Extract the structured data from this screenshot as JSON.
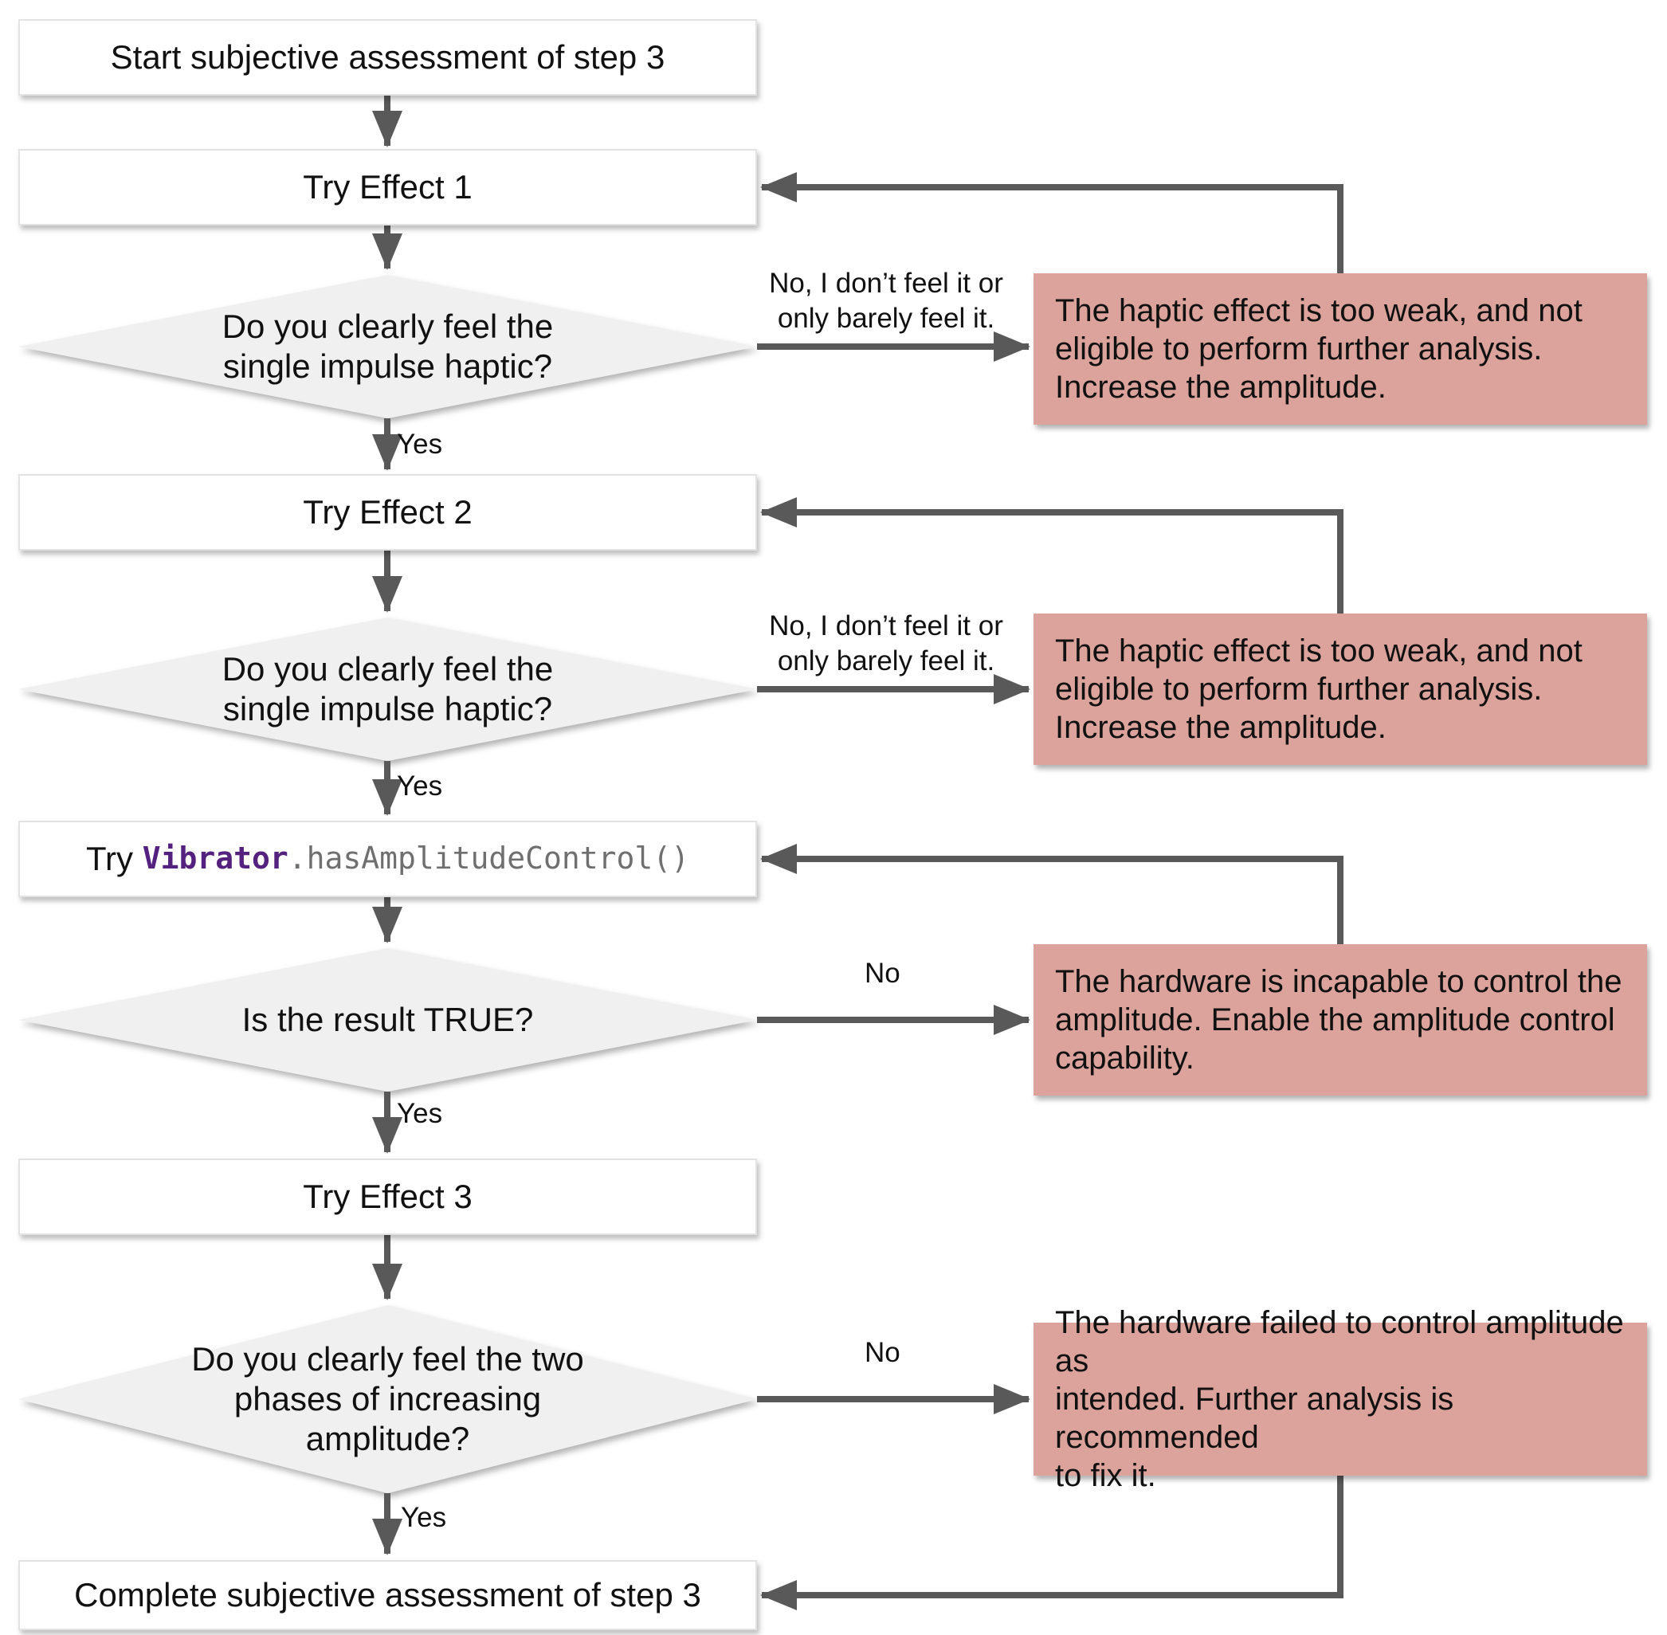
{
  "diagram": {
    "colors": {
      "background": "#ffffff",
      "line": "#595959",
      "process_fill": "#ffffff",
      "process_border": "#e3e3e3",
      "decision_fill": "#f0f0f0",
      "error_fill": "#dca39c",
      "text": "#111111",
      "code_class": "#54217e",
      "code_method": "#6f6f6f"
    },
    "nodes": {
      "start": {
        "label": "Start subjective assessment of step 3"
      },
      "try_effect_1": {
        "label": "Try Effect 1"
      },
      "decision_feel_1": {
        "lines": [
          "Do you clearly feel the",
          "single impulse haptic?"
        ]
      },
      "error_weak_1": {
        "lines": [
          "The haptic effect is too weak, and not",
          "eligible to perform further analysis.",
          "Increase the amplitude."
        ]
      },
      "try_effect_2": {
        "label": "Try Effect 2"
      },
      "decision_feel_2": {
        "lines": [
          "Do you clearly feel the",
          "single impulse haptic?"
        ]
      },
      "error_weak_2": {
        "lines": [
          "The haptic effect is too weak, and not",
          "eligible to perform further analysis.",
          "Increase the amplitude."
        ]
      },
      "amplitude_check": {
        "prefix": "Try ",
        "class_name": "Vibrator",
        "method_call": ".hasAmplitudeControl()"
      },
      "decision_result_true": {
        "label": "Is the result TRUE?"
      },
      "error_incapable": {
        "lines": [
          "The hardware is incapable to control the",
          "amplitude. Enable the amplitude control",
          "capability."
        ]
      },
      "try_effect_3": {
        "label": "Try Effect 3"
      },
      "decision_two_phases": {
        "lines": [
          "Do you clearly feel the two",
          "phases of increasing",
          "amplitude?"
        ]
      },
      "error_failed": {
        "lines": [
          "The hardware failed to control amplitude as",
          "intended. Further analysis is recommended",
          "to fix it."
        ]
      },
      "complete": {
        "label": "Complete subjective assessment of step 3"
      }
    },
    "edge_labels": {
      "yes": "Yes",
      "no": "No",
      "no_feel_lines": [
        "No, I don’t feel it or",
        "only barely feel it."
      ]
    }
  }
}
